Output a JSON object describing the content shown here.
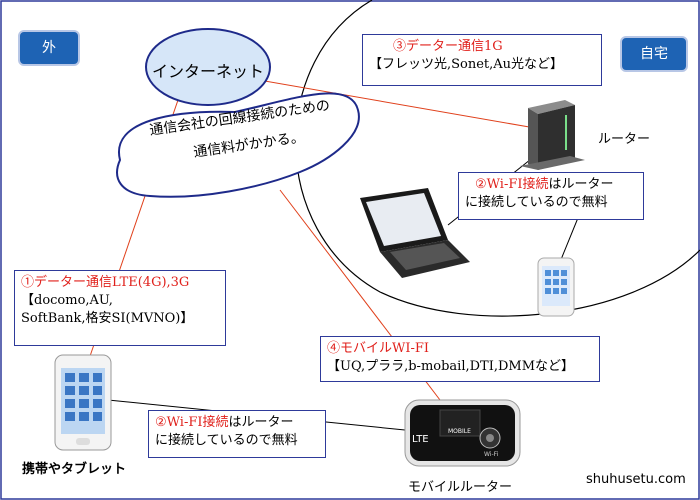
{
  "labels": {
    "outside": "外",
    "home": "自宅",
    "internet": "インターネット",
    "cloud_line1": "通信会社の回線接続のための",
    "cloud_line2": "通信料がかかる。",
    "router": "ルーター",
    "smartphone": "携帯やタブレット",
    "mobile_router": "モバイルルーター",
    "site": "shuhusetu.com",
    "lte_brand": "LTE",
    "mobile_brand": "MOBILE",
    "wifi_brand": "Wi-Fi"
  },
  "boxes": {
    "box3": {
      "title": "③データー通信1G",
      "line2": "【フレッツ光,Sonet,Au光など】"
    },
    "box2_top": {
      "title": "②Wi-FI接続",
      "title_rest": "はルーター",
      "line2": "に接続しているので無料"
    },
    "box1": {
      "title": "①データー通信LTE(4G),3G",
      "line2": "【docomo,AU,",
      "line3": "SoftBank,格安SI(MVNO)】"
    },
    "box4": {
      "title": "④モバイルWI-FI",
      "line2": "【UQ,プララ,b-mobail,DTI,DMMなど】"
    },
    "box2_bottom": {
      "title": "②Wi-FI接続",
      "title_rest": "はルーター",
      "line2": "に接続しているので無料"
    }
  }
}
